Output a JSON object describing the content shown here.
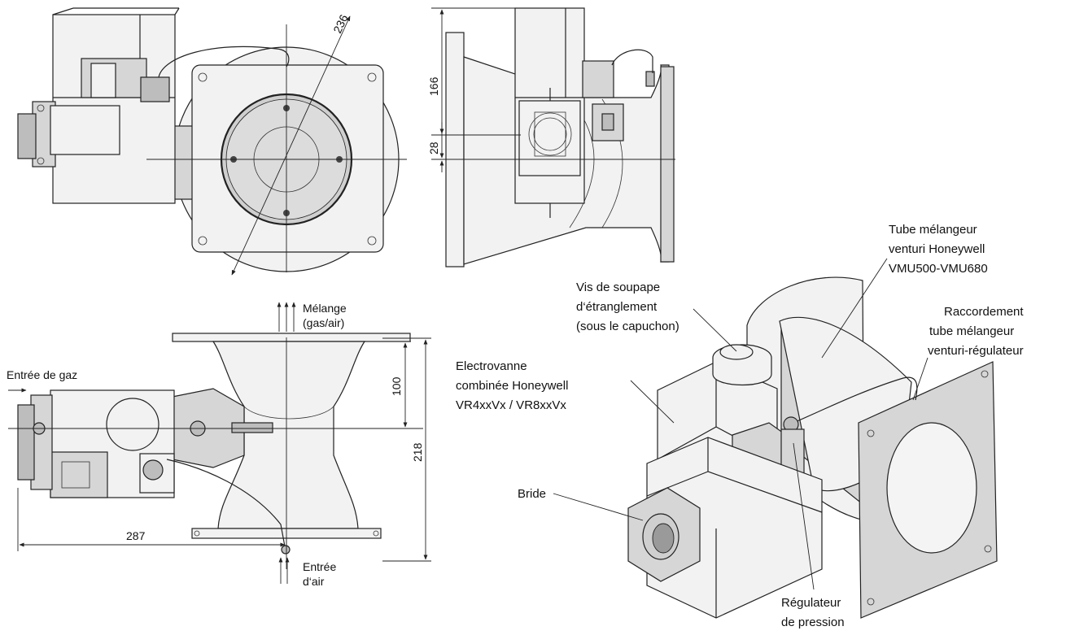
{
  "dimensions": {
    "d236": "236",
    "d166": "166",
    "d28": "28",
    "d100": "100",
    "d218": "218",
    "d287": "287"
  },
  "flow_labels": {
    "mixture_line1": "Mélange",
    "mixture_line2": "(gas/air)",
    "gas_inlet": "Entrée de gaz",
    "air_inlet_line1": "Entrée",
    "air_inlet_line2": "d‘air"
  },
  "callouts": {
    "venturi_tube": [
      "Tube mélangeur",
      "venturi Honeywell",
      "VMU500-VMU680"
    ],
    "throttle_screw": [
      "Vis de soupape",
      "d‘étranglement",
      "(sous le capuchon)"
    ],
    "connection_tube": [
      "Raccordement",
      "tube mélangeur",
      "venturi-régulateur"
    ],
    "gas_valve": [
      "Electrovanne",
      "combinée Honeywell",
      "VR4xxVx / VR8xxVx"
    ],
    "flange": [
      "Bride"
    ],
    "pressure_regulator": [
      "Régulateur",
      "de pression"
    ]
  }
}
